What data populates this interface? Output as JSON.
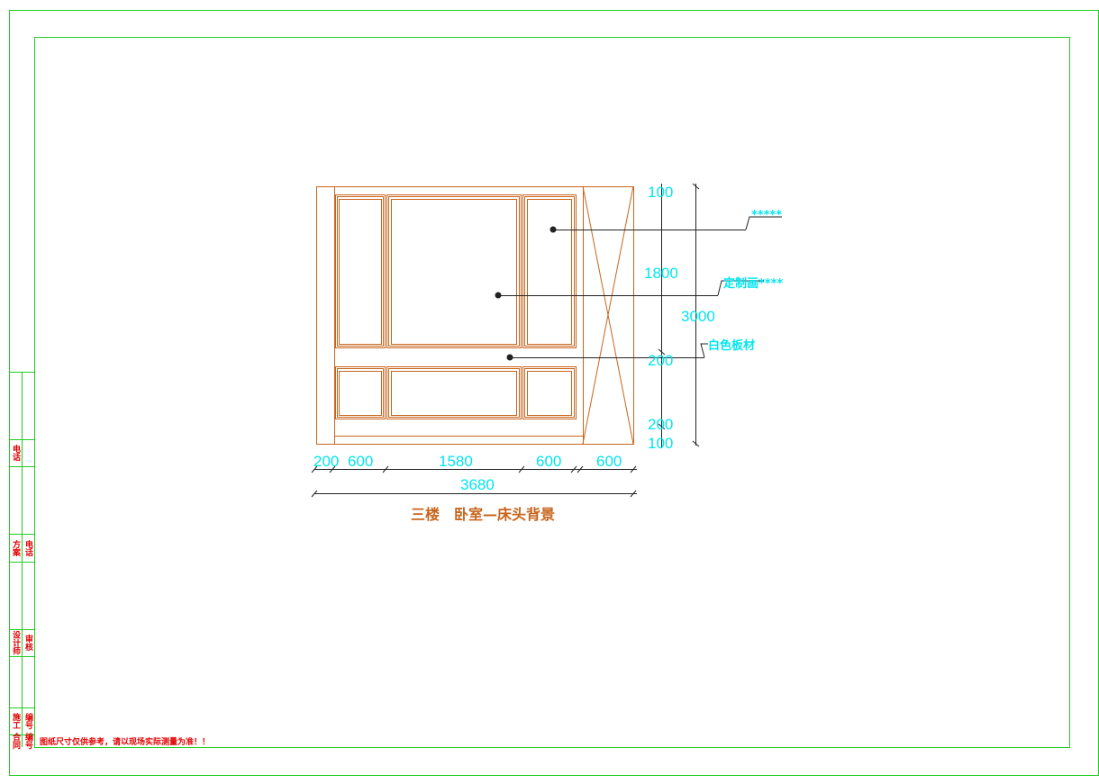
{
  "drawing": {
    "title": "三楼　卧室—床头背景",
    "dimensions_horizontal": [
      "200",
      "600",
      "1580",
      "600",
      "600"
    ],
    "dimension_total_width": "3680",
    "dimensions_vertical": [
      "100",
      "1800",
      "200",
      "200",
      "100"
    ],
    "dimension_total_height": "3000",
    "callouts": [
      "*****",
      "定制画****",
      "白色板材"
    ]
  },
  "title_block": {
    "cells": [
      "电话",
      "方案",
      "电话",
      "设计师",
      "审核",
      "施工",
      "编号",
      "合同",
      "编号"
    ],
    "note": "图纸尺寸仅供参考，请以现场实际测量为准！！"
  },
  "colors": {
    "frame": "#22cc22",
    "drawing": "#c8651e",
    "dimension": "#00e5ee",
    "note": "#e00000"
  }
}
